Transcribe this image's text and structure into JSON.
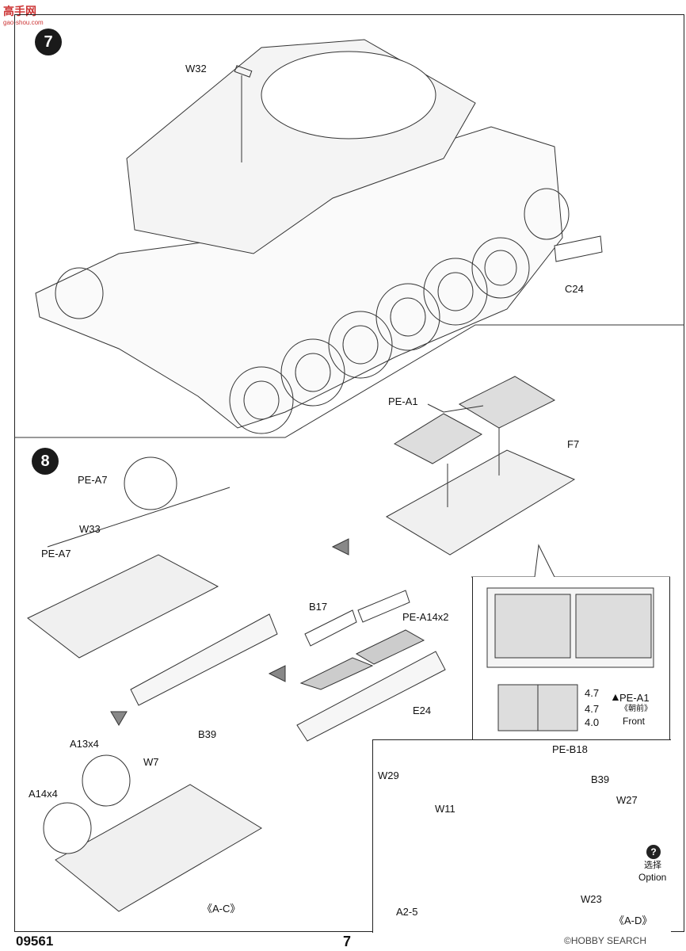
{
  "logo": {
    "text": "高手网",
    "sub": "gao-shou.com"
  },
  "steps": {
    "s7": "7",
    "s8": "8"
  },
  "labels": {
    "w32": "W32",
    "c24": "C24",
    "pe_a1": "PE-A1",
    "f7": "F7",
    "pe_a7_top": "PE-A7",
    "w33": "W33",
    "pe_a7_left": "PE-A7",
    "b17": "B17",
    "pe_a14x2": "PE-A14x2",
    "e24": "E24",
    "a13x4": "A13x4",
    "w7": "W7",
    "b39_left": "B39",
    "a14x4": "A14x4",
    "ac": "《A-C》",
    "pe_b18": "PE-B18",
    "w29": "W29",
    "b39_right": "B39",
    "w11": "W11",
    "w27": "W27",
    "xuanze": "选择",
    "option": "Option",
    "a25": "A2-5",
    "w23": "W23",
    "ad": "《A-D》"
  },
  "grille_note": {
    "dims": [
      "4.7",
      "4.7",
      "4.0"
    ],
    "part": "PE-A1",
    "front_cn": "《朝前》",
    "front_en": "Front"
  },
  "footer": {
    "code": "09561",
    "page": "7",
    "watermark": "©HOBBY SEARCH"
  }
}
